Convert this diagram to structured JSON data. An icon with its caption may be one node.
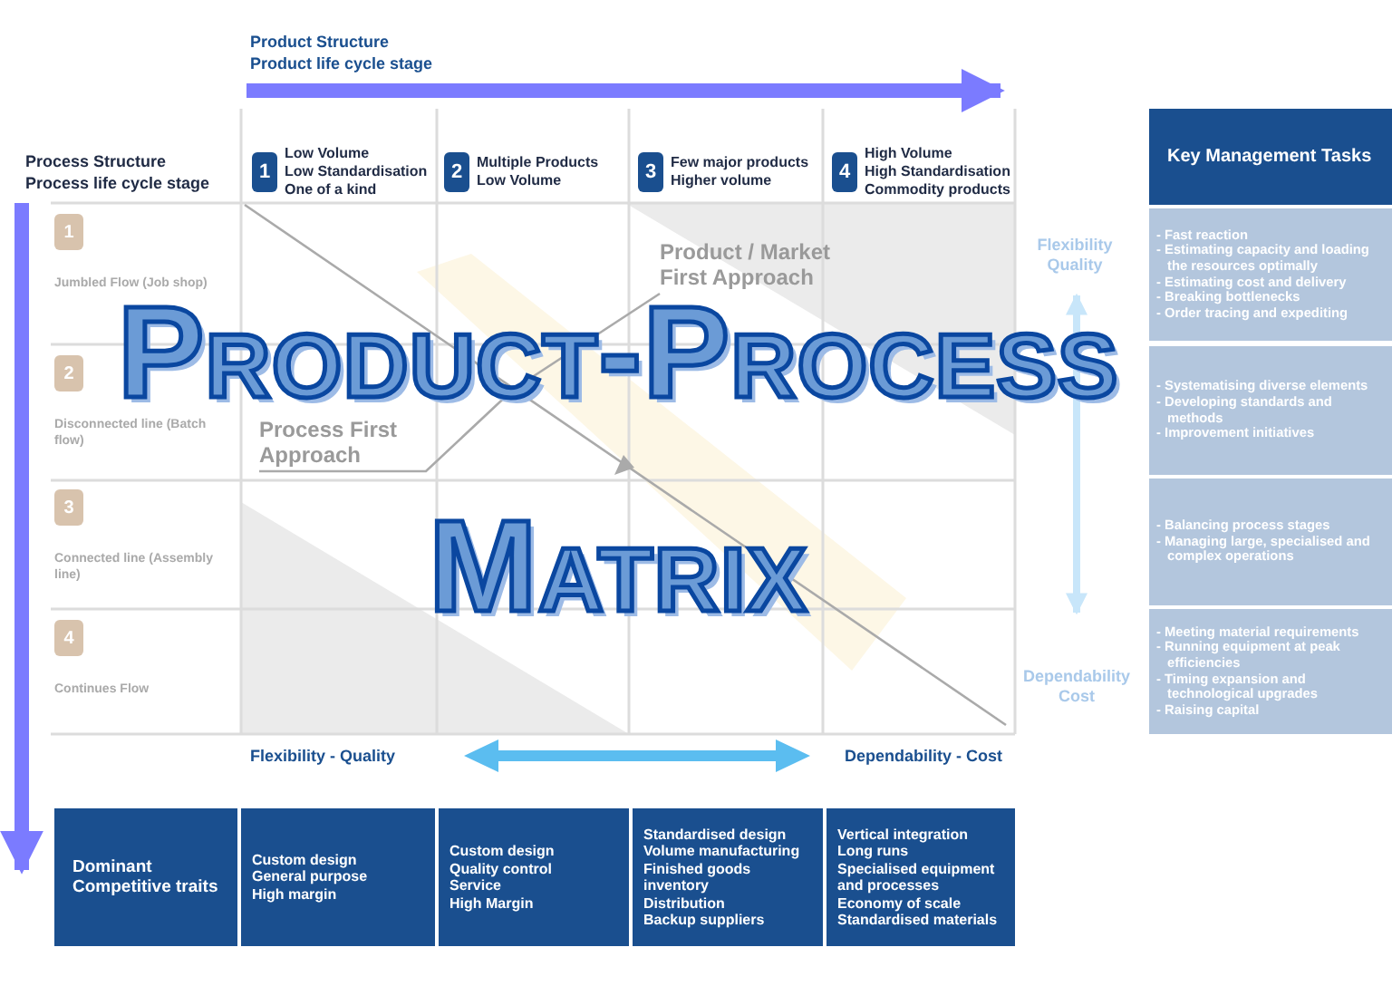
{
  "diagram": {
    "title": "Product-Process Matrix",
    "nodes": [
      {
        "text": [
          "1"
        ],
        "beside": [
          "Low Volume",
          "Low Standardisation",
          "One of a kind"
        ]
      },
      {
        "text": [
          "2"
        ],
        "beside": [
          "Multiple Products",
          "Low Volume"
        ]
      },
      {
        "text": [
          "3"
        ],
        "beside": [
          "Few major products",
          "Higher volume"
        ]
      },
      {
        "text": [
          "4"
        ],
        "beside": [
          "High Volume",
          "High Standardisation",
          "Commodity products"
        ]
      },
      {
        "text": [
          "1"
        ],
        "beside": [
          "Jumbled Flow (Job shop)"
        ]
      },
      {
        "text": [
          "2"
        ],
        "beside": [
          "Disconnected line (Batch flow)"
        ]
      },
      {
        "text": [
          "3"
        ],
        "beside": [
          "Connected line (Assembly line)"
        ]
      },
      {
        "text": [
          "4"
        ],
        "beside": [
          "Continues Flow"
        ]
      },
      {
        "text": [
          "Process First Approach"
        ]
      },
      {
        "text": [
          "Product / Market First Approach"
        ]
      },
      {
        "text": [
          "Key Management Tasks"
        ]
      },
      {
        "text": [
          "- Fast reaction",
          "- Estimating capacity and loading the resources optimally",
          "- Estimating cost and delivery",
          "- Breaking bottlenecks",
          "- Order tracing and expediting"
        ]
      },
      {
        "text": [
          "- Systematising diverse elements",
          "- Developing standards and methods",
          "- Improvement initiatives"
        ]
      },
      {
        "text": [
          "- Balancing process stages",
          "- Managing large, specialised and complex operations"
        ]
      },
      {
        "text": [
          "- Meeting material requirements",
          "- Running equipment at peak efficiencies",
          "- Timing expansion and technological upgrades",
          "- Raising capital"
        ]
      },
      {
        "text": [
          "Dominant Competitive traits"
        ]
      },
      {
        "text": [
          "Custom design",
          "General purpose",
          "High margin"
        ]
      },
      {
        "text": [
          "Custom design",
          "Quality control",
          "Service",
          "High Margin"
        ]
      },
      {
        "text": [
          "Standardised design",
          "Volume manufacturing",
          "Finished goods inventory",
          "Distribution",
          "Backup suppliers"
        ]
      },
      {
        "text": [
          "Vertical integration",
          "Long runs",
          "Specialised equipment and processes",
          "Economy of scale",
          "Standardised materials"
        ]
      }
    ],
    "edges": [
      {
        "from": 8,
        "to": null,
        "arrow": "none"
      },
      {
        "from": 9,
        "to": null,
        "arrow": "none"
      }
    ],
    "labels": [
      "Product Structure",
      "Product life cycle stage",
      "Process Structure",
      "Process life cycle stage",
      "Flexibility Quality",
      "Dependability Cost",
      "Flexibility - Quality",
      "Dependability - Cost"
    ]
  }
}
